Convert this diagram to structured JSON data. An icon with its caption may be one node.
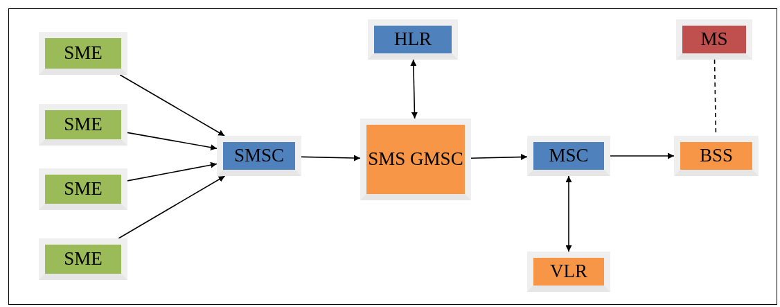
{
  "diagram": {
    "nodes": [
      {
        "text": [
          "SME"
        ]
      },
      {
        "text": [
          "HLR"
        ]
      },
      {
        "text": [
          "MS"
        ]
      },
      {
        "text": [
          "SME"
        ]
      },
      {
        "text": [
          "SMSC"
        ]
      },
      {
        "text": [
          "SMS GMSC"
        ]
      },
      {
        "text": [
          "MSC"
        ]
      },
      {
        "text": [
          "BSS"
        ]
      },
      {
        "text": [
          "SME"
        ]
      },
      {
        "text": [
          "SME"
        ]
      },
      {
        "text": [
          "VLR"
        ]
      }
    ],
    "edges": [
      {
        "from": 0,
        "to": 4,
        "arrow": "to"
      },
      {
        "from": 3,
        "to": 4,
        "arrow": "to"
      },
      {
        "from": 8,
        "to": 4,
        "arrow": "to"
      },
      {
        "from": 9,
        "to": 4,
        "arrow": "to"
      },
      {
        "from": 4,
        "to": 5,
        "arrow": "to"
      },
      {
        "from": 1,
        "to": 5,
        "arrow": "both"
      },
      {
        "from": 5,
        "to": 6,
        "arrow": "to"
      },
      {
        "from": 6,
        "to": 7,
        "arrow": "to"
      },
      {
        "from": 6,
        "to": 10,
        "arrow": "both"
      },
      {
        "from": 2,
        "to": 7,
        "arrow": "none",
        "style": "dashed"
      }
    ]
  }
}
